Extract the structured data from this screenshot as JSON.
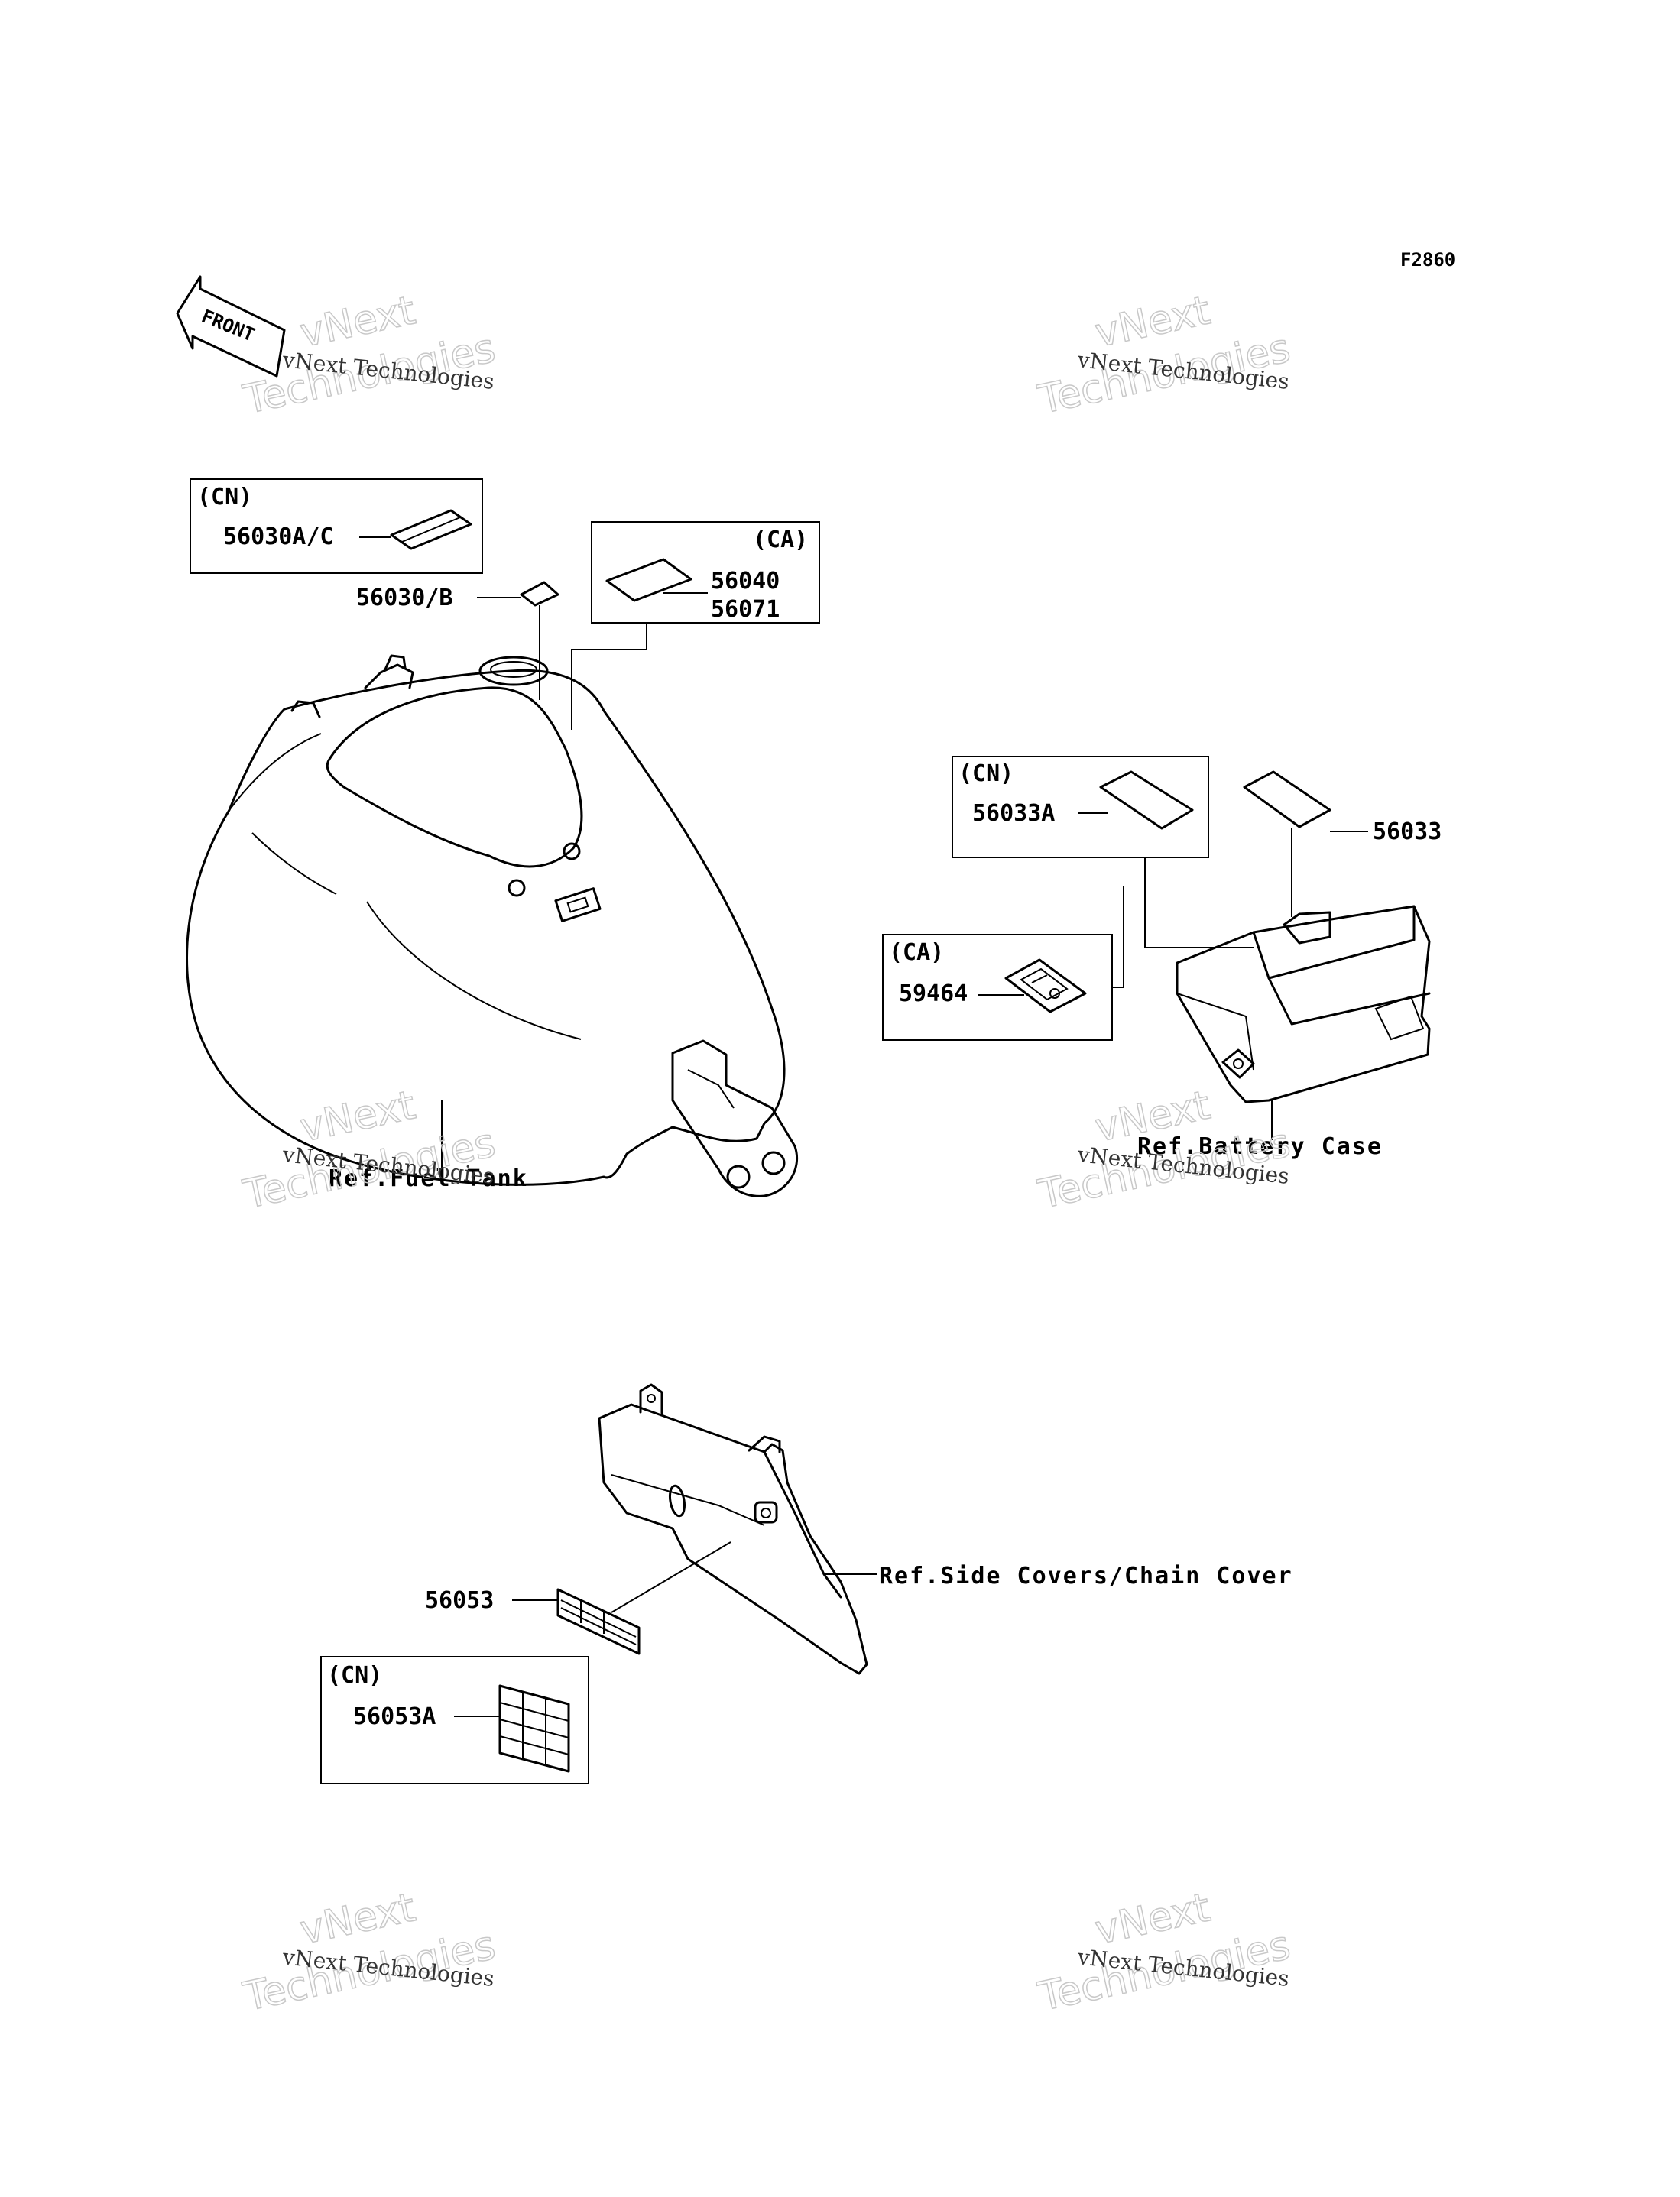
{
  "figure_code": "F2860",
  "front_arrow_label": "FRONT",
  "watermark": {
    "line1": "vNext Technologies",
    "line2": "vNext",
    "line3": "Technologies"
  },
  "boxes": [
    {
      "region": "CN",
      "region_label": "(CN)",
      "parts": [
        "56030A/C"
      ]
    },
    {
      "region": "CA",
      "region_label": "(CA)",
      "parts": [
        "56040",
        "56071"
      ]
    },
    {
      "region": "CN",
      "region_label": "(CN)",
      "parts": [
        "56033A"
      ]
    },
    {
      "region": "CA",
      "region_label": "(CA)",
      "parts": [
        "59464"
      ]
    },
    {
      "region": "CN",
      "region_label": "(CN)",
      "parts": [
        "56053A"
      ]
    }
  ],
  "callouts": [
    "56030/B",
    "56033",
    "56053"
  ],
  "references": [
    "Ref.Fuel Tank",
    "Ref.Battery Case",
    "Ref.Side Covers/Chain Cover"
  ]
}
